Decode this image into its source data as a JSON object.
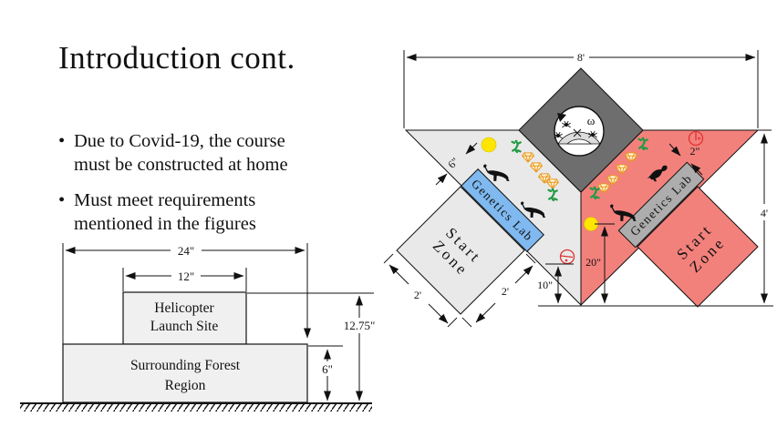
{
  "slide": {
    "title": "Introduction cont.",
    "bullets": [
      {
        "line1": "Due to Covid-19, the course",
        "line2": "must be constructed at home"
      },
      {
        "line1": "Must meet requirements",
        "line2": "mentioned in the figures"
      }
    ]
  },
  "launch_diagram": {
    "width_total": "24\"",
    "width_pad": "12\"",
    "height_total": "12.75\"",
    "height_base": "6\"",
    "pad_label_1": "Helicopter",
    "pad_label_2": "Launch Site",
    "base_label_1": "Surrounding Forest",
    "base_label_2": "Region"
  },
  "course_diagram": {
    "width_total": "8'",
    "height_total": "4'",
    "lab_width_left": "6\"",
    "lab_width_right": "2\"",
    "start_edge_left": "2'",
    "start_edge_right": "2'",
    "drop_height": "10\"",
    "rise_height": "20\"",
    "lab_left": "Genetics Lab",
    "lab_right": "Genetics Lab",
    "start_left_1": "Start",
    "start_left_2": "Zone",
    "start_right_1": "Start",
    "start_right_2": "Zone",
    "omega": "ω"
  },
  "icons": {
    "dinosaur_sauropod": "black sauropod silhouette",
    "dinosaur_raptor": "black raptor silhouette",
    "gem": "orange outlined diamond gem",
    "lizard": "small green lizard",
    "ball": "yellow ball",
    "hazard_marker": "red circle marker",
    "helipad_target": "white circle with spiders and omega"
  },
  "colors": {
    "zone_left": "#E9E9E9",
    "zone_right": "#F2817C",
    "center_diamond": "#6E6E6E",
    "lab_left_fill": "#7FB9EF",
    "lab_right_fill": "#ADADAD",
    "ball": "#FFE600",
    "gem_stroke": "#E8971E",
    "critter": "#229A44",
    "marker_red": "#E03030"
  }
}
